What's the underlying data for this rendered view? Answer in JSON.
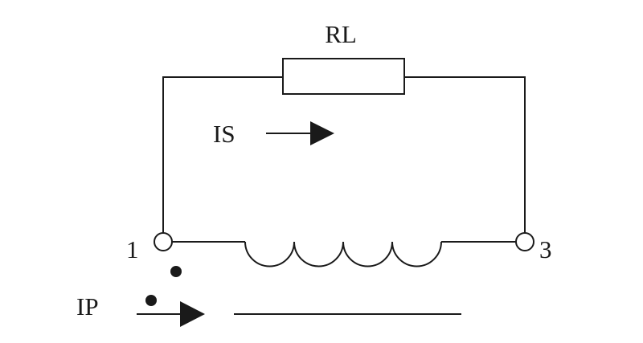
{
  "labels": {
    "resistor": "RL",
    "secondary_current": "IS",
    "primary_current": "IP",
    "terminal_left": "1",
    "terminal_right": "3"
  },
  "colors": {
    "ink": "#1a1a1a",
    "background": "#ffffff"
  }
}
